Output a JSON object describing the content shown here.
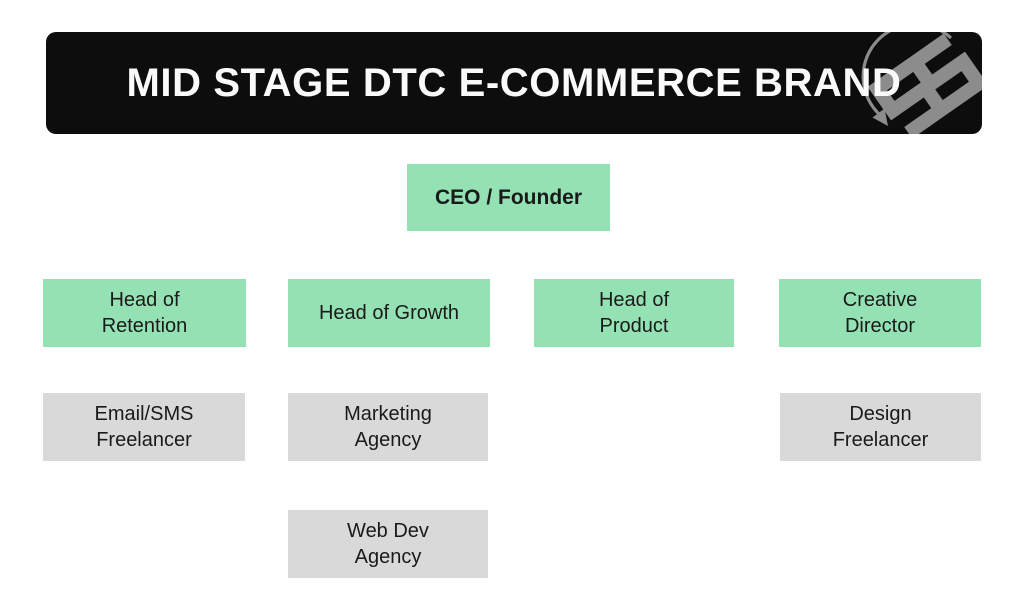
{
  "header": {
    "title": "MID STAGE DTC E-COMMERCE BRAND",
    "logo_name": "circular-arrow-double-s-logo"
  },
  "colors": {
    "page_bg": "#FFFFFF",
    "header_bg": "#0D0D0D",
    "header_text": "#FAFAFA",
    "logo_gray": "#8C8C8C",
    "leader_box": "#94E2B4",
    "support_box": "#D9D9D9",
    "node_text": "#1A1A1A"
  },
  "org": {
    "root": {
      "label": "CEO / Founder"
    },
    "departments": [
      {
        "head": "Head of\nRetention",
        "reports": [
          "Email/SMS\nFreelancer"
        ]
      },
      {
        "head": "Head of Growth",
        "reports": [
          "Marketing\nAgency",
          "Web Dev\nAgency"
        ]
      },
      {
        "head": "Head of\nProduct",
        "reports": []
      },
      {
        "head": "Creative\nDirector",
        "reports": [
          "Design\nFreelancer"
        ]
      }
    ]
  }
}
